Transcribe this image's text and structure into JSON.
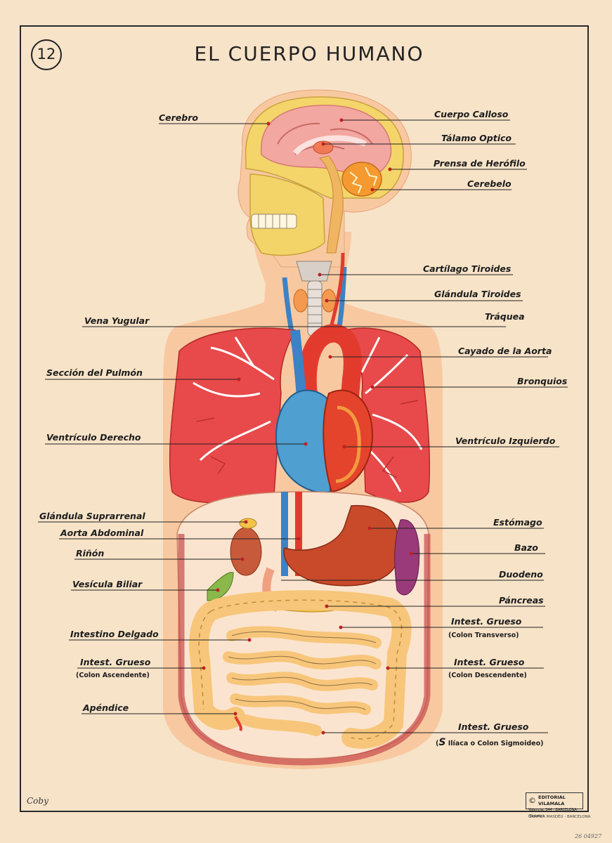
{
  "poster": {
    "number": "12",
    "title": "EL CUERPO HUMANO",
    "credit": "Coby",
    "publisher_mark": "©",
    "publisher_name": "EDITORIAL VILAMALA",
    "publisher_address": "Valencia, 344 · BARCELONA (España)",
    "printer": "GRÁFICA MASDÉU - BARCELONA",
    "stamp": "26 04927"
  },
  "labels_left": [
    {
      "key": "cerebro",
      "text": "Cerebro"
    },
    {
      "key": "vena_yugular",
      "text": "Vena Yugular"
    },
    {
      "key": "seccion_pulmon",
      "text": "Sección del Pulmón"
    },
    {
      "key": "ventriculo_derecho",
      "text": "Ventrículo Derecho"
    },
    {
      "key": "glandula_suprarrenal",
      "text": "Glándula Suprarrenal"
    },
    {
      "key": "aorta_abdominal",
      "text": "Aorta Abdominal"
    },
    {
      "key": "rinon",
      "text": "Riñón"
    },
    {
      "key": "vesicula_biliar",
      "text": "Vesícula Biliar"
    },
    {
      "key": "intestino_delgado",
      "text": "Intestino Delgado"
    },
    {
      "key": "grueso_ascendente",
      "text": "Intest. Grueso",
      "sub": "(Colon Ascendente)"
    },
    {
      "key": "apendice",
      "text": "Apéndice"
    }
  ],
  "labels_right": [
    {
      "key": "cuerpo_calloso",
      "text": "Cuerpo Calloso"
    },
    {
      "key": "talamo",
      "text": "Tálamo Optico"
    },
    {
      "key": "prensa",
      "text": "Prensa de Herófilo"
    },
    {
      "key": "cerebelo",
      "text": "Cerebelo"
    },
    {
      "key": "cartilago",
      "text": "Cartílago Tiroides"
    },
    {
      "key": "tiroides",
      "text": "Glándula Tiroides"
    },
    {
      "key": "traquea",
      "text": "Tráquea"
    },
    {
      "key": "aorta",
      "text": "Cayado de la Aorta"
    },
    {
      "key": "bronquios",
      "text": "Bronquios"
    },
    {
      "key": "ventriculo_izquierdo",
      "text": "Ventrículo Izquierdo"
    },
    {
      "key": "estomago",
      "text": "Estómago"
    },
    {
      "key": "bazo",
      "text": "Bazo"
    },
    {
      "key": "duodeno",
      "text": "Duodeno"
    },
    {
      "key": "pancreas",
      "text": "Páncreas"
    },
    {
      "key": "grueso_transverso",
      "text": "Intest. Grueso",
      "sub": "(Colon Transverso)"
    },
    {
      "key": "grueso_descendente",
      "text": "Intest. Grueso",
      "sub": "(Colon Descendente)"
    },
    {
      "key": "grueso_sigmoideo",
      "text": "Intest. Grueso",
      "sub_mark": "S",
      "sub": "Ilíaca o Colon Sigmoideo)",
      "sub_open": "("
    }
  ],
  "colors": {
    "paper": "#f7e3c8",
    "skin": "#f8c9a0",
    "lung": "#e8494a",
    "heart_left": "#e3442b",
    "heart_right": "#4f9fd0",
    "vein": "#3d82c4",
    "intestine": "#f7c67a",
    "liver_gut": "#c84a2a",
    "skull": "#f4d56a",
    "brain": "#f2a7a0"
  }
}
